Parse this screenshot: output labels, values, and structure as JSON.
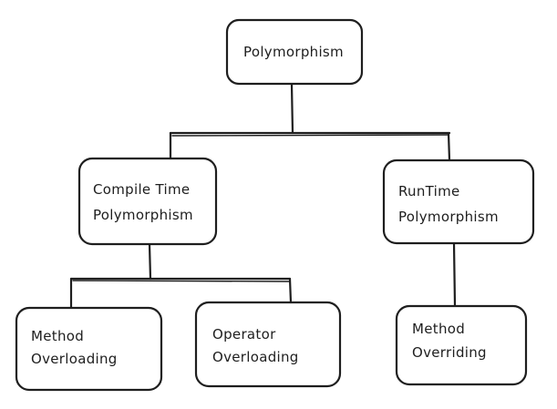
{
  "diagram": {
    "root": {
      "label": "Polymorphism"
    },
    "compile_time": {
      "line1": "Compile Time",
      "line2": "Polymorphism"
    },
    "runtime": {
      "line1": "RunTime",
      "line2": "Polymorphism"
    },
    "method_overloading": {
      "line1": "Method",
      "line2": "Overloading"
    },
    "operator_overloading": {
      "line1": "Operator",
      "line2": "Overloading"
    },
    "method_overriding": {
      "line1": "Method",
      "line2": "Overriding"
    }
  },
  "colors": {
    "stroke": "#1e1e1e",
    "background": "#ffffff"
  }
}
